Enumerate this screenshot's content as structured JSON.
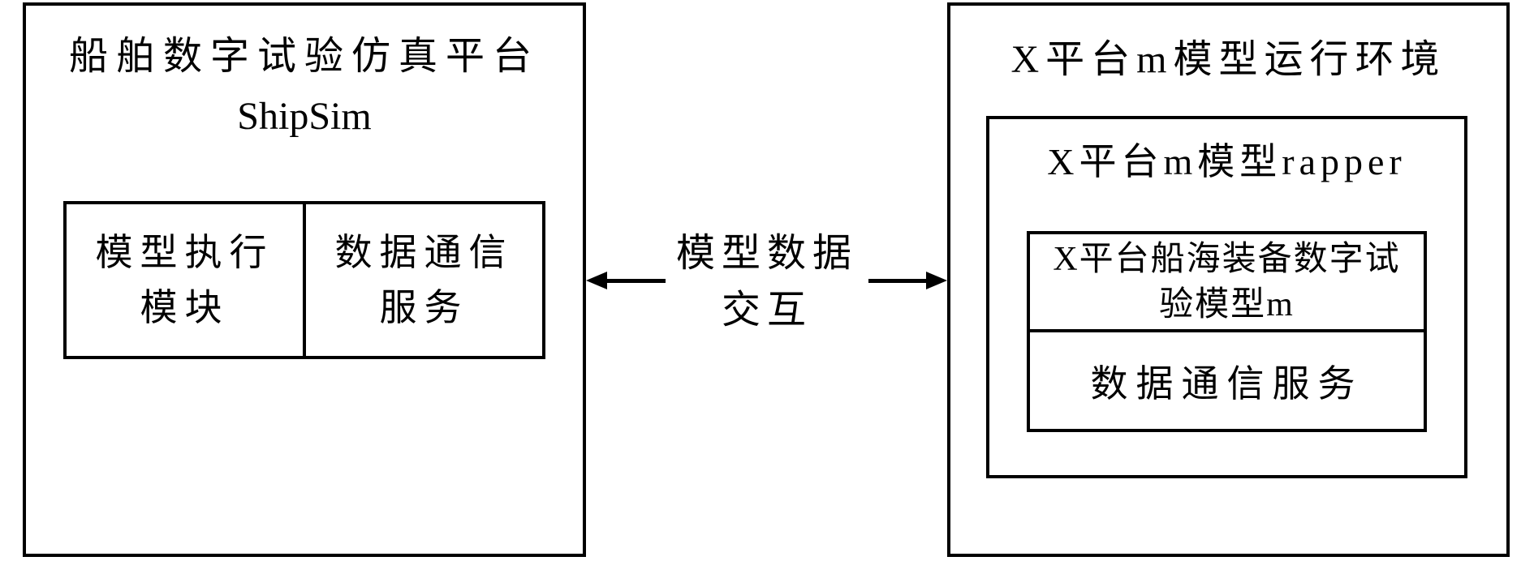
{
  "diagram": {
    "left_box": {
      "title_line1": "船舶数字试验仿真平台",
      "title_line2": "ShipSim",
      "modules": [
        {
          "line1": "模型执行",
          "line2": "模块"
        },
        {
          "line1": "数据通信",
          "line2": "服务"
        }
      ]
    },
    "connector": {
      "label_line1": "模型数据",
      "label_line2": "交互"
    },
    "right_box": {
      "title": "X平台m模型运行环境",
      "wrapper": {
        "title": "X平台m模型rapper",
        "rows": [
          {
            "line1": "X平台船海装备数字试",
            "line2": "验模型m"
          },
          {
            "label": "数据通信服务"
          }
        ]
      }
    },
    "colors": {
      "ink": "#000000",
      "background": "#ffffff"
    }
  }
}
